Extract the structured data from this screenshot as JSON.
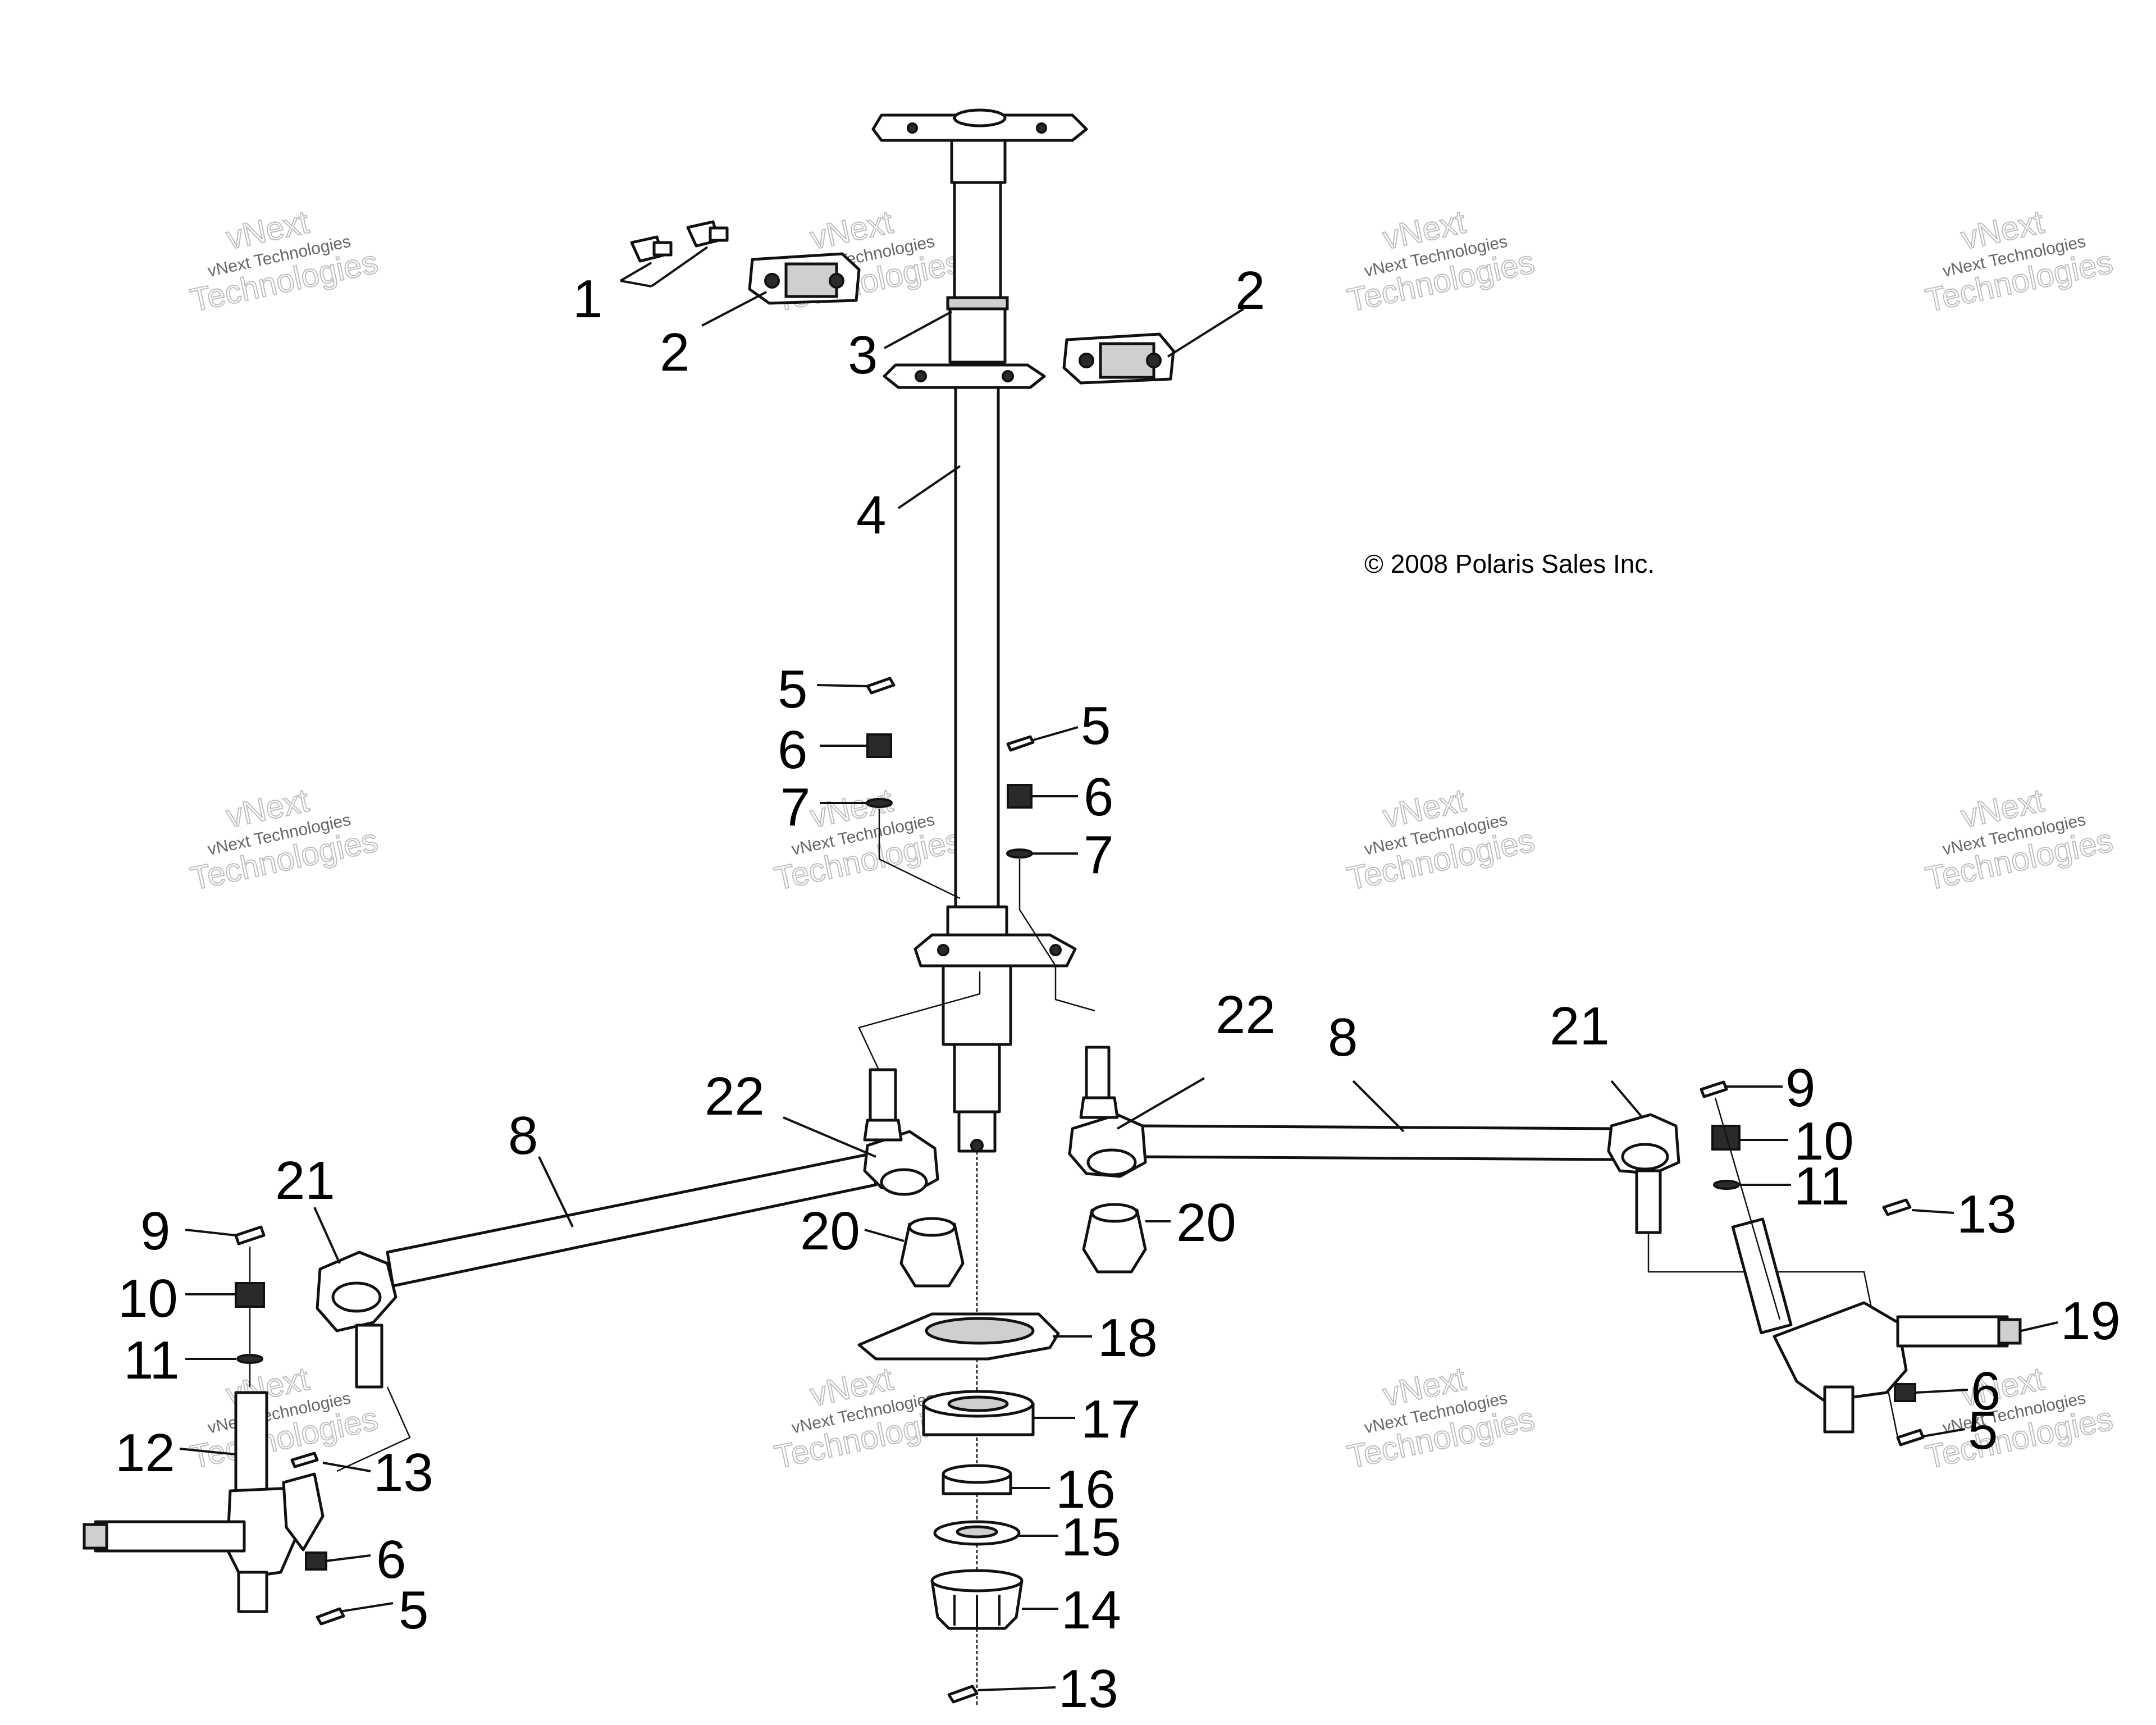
{
  "copyright": "© 2008 Polaris Sales Inc.",
  "watermark": {
    "line1": "vNext",
    "line2": "vNext Technologies",
    "line3": "Technologies"
  },
  "callouts": [
    "1",
    "2",
    "2",
    "3",
    "4",
    "5",
    "6",
    "7",
    "5",
    "6",
    "7",
    "22",
    "8",
    "21",
    "9",
    "10",
    "11",
    "12",
    "13",
    "6",
    "5",
    "20",
    "20",
    "18",
    "17",
    "16",
    "15",
    "14",
    "13",
    "22",
    "8",
    "21",
    "9",
    "10",
    "11",
    "13",
    "19",
    "6",
    "5"
  ]
}
